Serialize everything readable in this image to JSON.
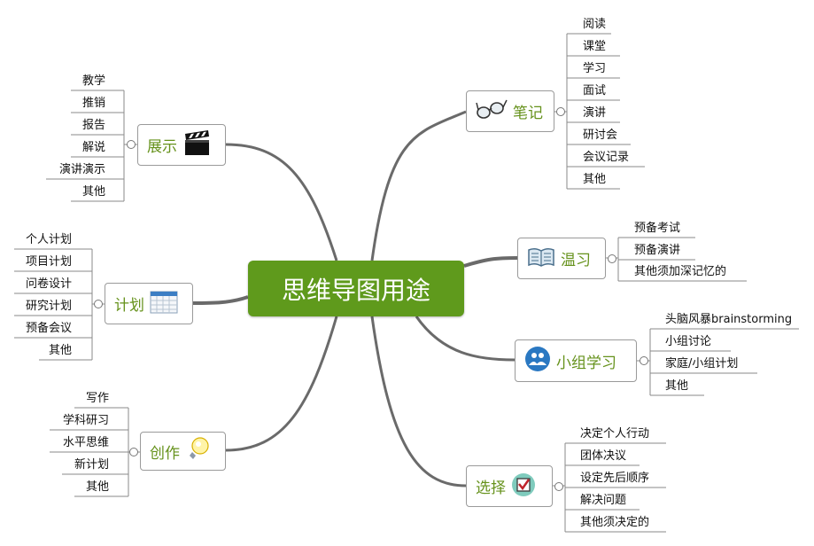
{
  "central": "思维导图用途",
  "right": [
    {
      "label": "笔记",
      "icon": "glasses-icon",
      "items": [
        "阅读",
        "课堂",
        "学习",
        "面试",
        "演讲",
        "研讨会",
        "会议记录",
        "其他"
      ]
    },
    {
      "label": "温习",
      "icon": "open-book-icon",
      "items": [
        "预备考试",
        "预备演讲",
        "其他须加深记忆的"
      ]
    },
    {
      "label": "小组学习",
      "icon": "people-icon",
      "items": [
        "头脑风暴brainstorming",
        "小组讨论",
        "家庭/小组计划",
        "其他"
      ]
    },
    {
      "label": "选择",
      "icon": "checkbox-icon",
      "items": [
        "决定个人行动",
        "团体决议",
        "设定先后顺序",
        "解决问题",
        "其他须决定的"
      ]
    }
  ],
  "left": [
    {
      "label": "展示",
      "icon": "clapperboard-icon",
      "items": [
        "教学",
        "推销",
        "报告",
        "解说",
        "演讲演示",
        "其他"
      ]
    },
    {
      "label": "计划",
      "icon": "calendar-icon",
      "items": [
        "个人计划",
        "项目计划",
        "问卷设计",
        "研究计划",
        "预备会议",
        "其他"
      ]
    },
    {
      "label": "创作",
      "icon": "lightbulb-icon",
      "items": [
        "写作",
        "学科研习",
        "水平思维",
        "新计划",
        "其他"
      ]
    }
  ],
  "colors": {
    "central": "#5f9a1c",
    "branch_text": "#66921c",
    "connector": "#7a7a7a"
  }
}
